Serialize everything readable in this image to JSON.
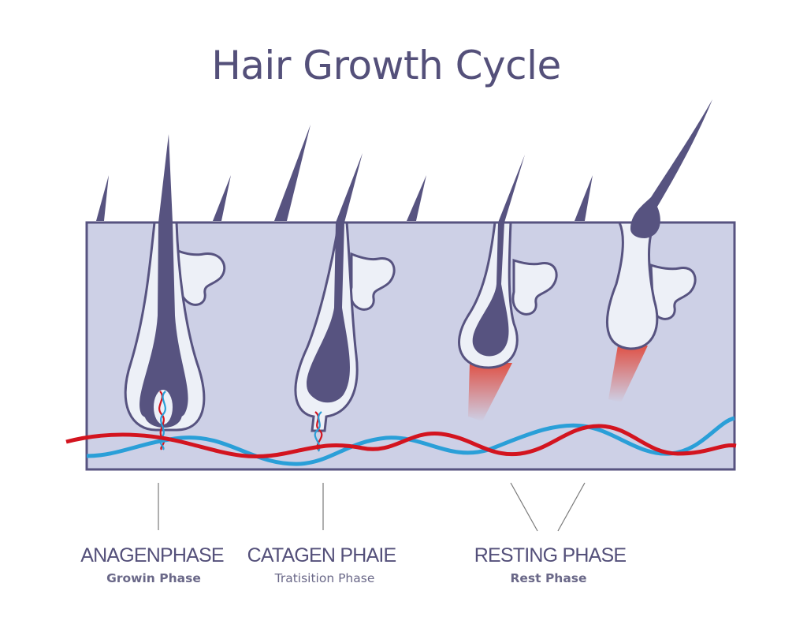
{
  "title": "Hair Growth Cycle",
  "phases": [
    {
      "label": "ANAGENPHASE",
      "sublabel": "Growin Phase"
    },
    {
      "label": "CATAGEN PHAIE",
      "sublabel": "Tratisition Phase"
    },
    {
      "label": "RESTING PHASE",
      "sublabel": "Rest Phase"
    }
  ],
  "colors": {
    "skin": "#cdd0e6",
    "hair": "#575380",
    "follicle_fill": "#edf0f7",
    "artery": "#d3141f",
    "vein": "#2a9fd8",
    "text": "#54507a"
  }
}
